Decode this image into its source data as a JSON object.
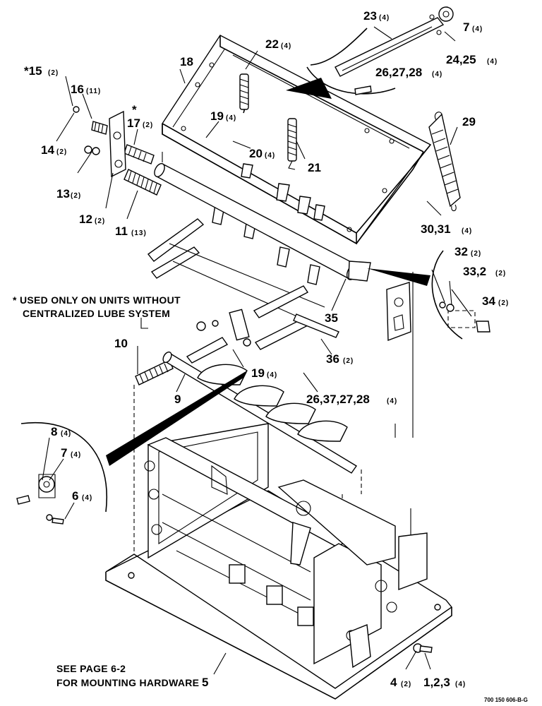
{
  "labels": {
    "p23": "23",
    "p23q": "(4)",
    "p7a": "7",
    "p7aq": "(4)",
    "p2425": "24,25",
    "p2425q": "(4)",
    "p262728a": "26,27,28",
    "p262728aq": "(4)",
    "p22": "22",
    "p22q": "(4)",
    "p18": "18",
    "p15": "*15",
    "p15q": "(2)",
    "p16": "16",
    "p16q": "(11)",
    "p17": "17",
    "p17q": "(2)",
    "p17star": "*",
    "p19a": "19",
    "p19aq": "(4)",
    "p29": "29",
    "p14": "14",
    "p14q": "(2)",
    "p20": "20",
    "p20q": "(4)",
    "p21": "21",
    "p13": "13",
    "p13q": "(2)",
    "p12": "12",
    "p12q": "(2)",
    "p11": "11",
    "p11q": "(13)",
    "p3031": "30,31",
    "p3031q": "(4)",
    "p32": "32",
    "p32q": "(2)",
    "p332": "33,2",
    "p332q": "(2)",
    "p34": "34",
    "p34q": "(2)",
    "p35": "35",
    "p10": "10",
    "p36": "36",
    "p36q": "(2)",
    "p19b": "19",
    "p19bq": "(4)",
    "p9": "9",
    "p26372728": "26,37,27,28",
    "p26372728q": "(4)",
    "p8": "8",
    "p8q": "(4)",
    "p7b": "7",
    "p7bq": "(4)",
    "p6": "6",
    "p6q": "(4)",
    "p4": "4",
    "p4q": "(2)",
    "p123": "1,2,3",
    "p123q": "(4)",
    "p5": "5"
  },
  "notes": {
    "lube_line1": "* USED ONLY ON UNITS WITHOUT",
    "lube_line2": "CENTRALIZED LUBE SYSTEM",
    "see_line1": "SEE PAGE 6-2",
    "see_line2": "FOR MOUNTING HARDWARE"
  },
  "drawing_code": "700 150 606-B-G"
}
